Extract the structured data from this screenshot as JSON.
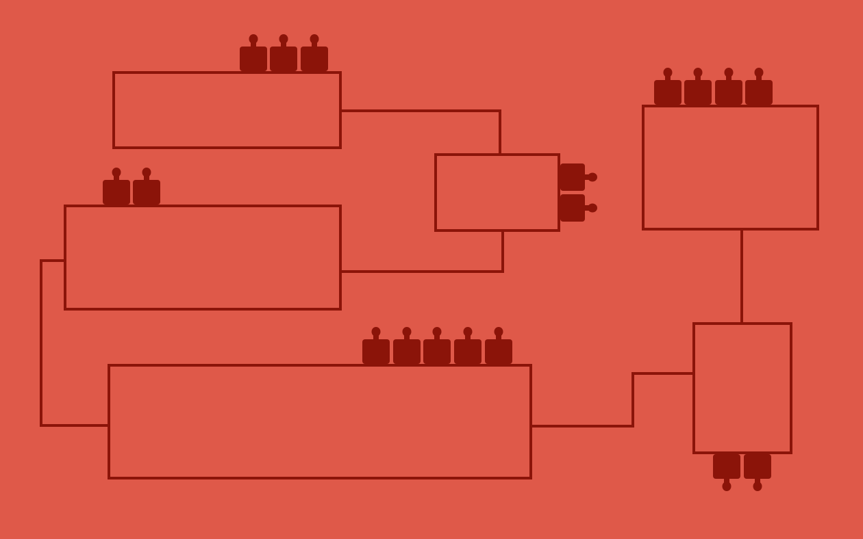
{
  "colors": {
    "background": "#DF5949",
    "stroke": "#8B1409",
    "peg": "#8B1409"
  },
  "diagram": {
    "boxes": [
      {
        "id": "box-a",
        "pegs": 3,
        "peg_side": "top"
      },
      {
        "id": "box-b",
        "pegs": 2,
        "peg_side": "top"
      },
      {
        "id": "box-c",
        "pegs": 2,
        "peg_side": "right"
      },
      {
        "id": "box-d",
        "pegs": 4,
        "peg_side": "top"
      },
      {
        "id": "box-e",
        "pegs": 5,
        "peg_side": "top"
      },
      {
        "id": "box-f",
        "pegs": 2,
        "peg_side": "bottom"
      }
    ],
    "connections": [
      {
        "from": "box-a",
        "to": "box-c"
      },
      {
        "from": "box-b",
        "to": "box-c"
      },
      {
        "from": "box-b",
        "to": "box-e"
      },
      {
        "from": "box-d",
        "to": "box-f"
      },
      {
        "from": "box-e",
        "to": "box-f"
      }
    ]
  }
}
